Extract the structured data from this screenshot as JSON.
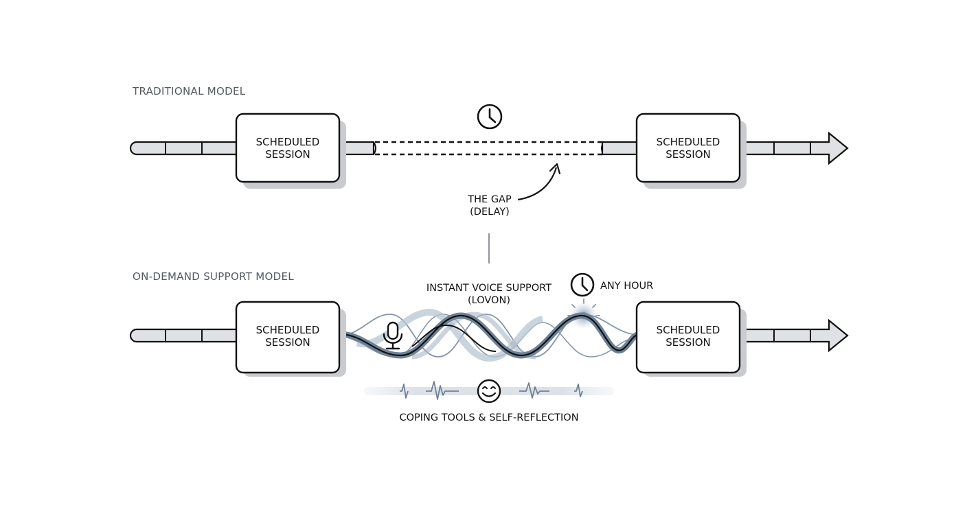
{
  "traditional": {
    "section_label": "TRADITIONAL MODEL",
    "left_session": {
      "line1": "SCHEDULED",
      "line2": "SESSION"
    },
    "right_session": {
      "line1": "SCHEDULED",
      "line2": "SESSION"
    },
    "gap_label": {
      "line1": "THE GAP",
      "line2": "(DELAY)"
    },
    "icons": [
      "clock-icon"
    ]
  },
  "on_demand": {
    "section_label": "ON-DEMAND SUPPORT MODEL",
    "left_session": {
      "line1": "SCHEDULED",
      "line2": "SESSION"
    },
    "right_session": {
      "line1": "SCHEDULED",
      "line2": "SESSION"
    },
    "voice_label": {
      "line1": "INSTANT VOICE SUPPORT",
      "line2": "(LOVON)"
    },
    "any_hour_label": "ANY HOUR",
    "coping_label": "COPING TOOLS & SELF-REFLECTION",
    "icons": [
      "microphone-icon",
      "clock-icon",
      "smiley-icon",
      "glow-dot-icon",
      "pulse-line-icon"
    ]
  },
  "colors": {
    "outline": "#111111",
    "track_fill": "#dfe1e4",
    "shadow": "#c9cbce",
    "wave_blue": "#6d8196",
    "wave_light": "#a9b8c7",
    "glow": "#7f96b4"
  }
}
